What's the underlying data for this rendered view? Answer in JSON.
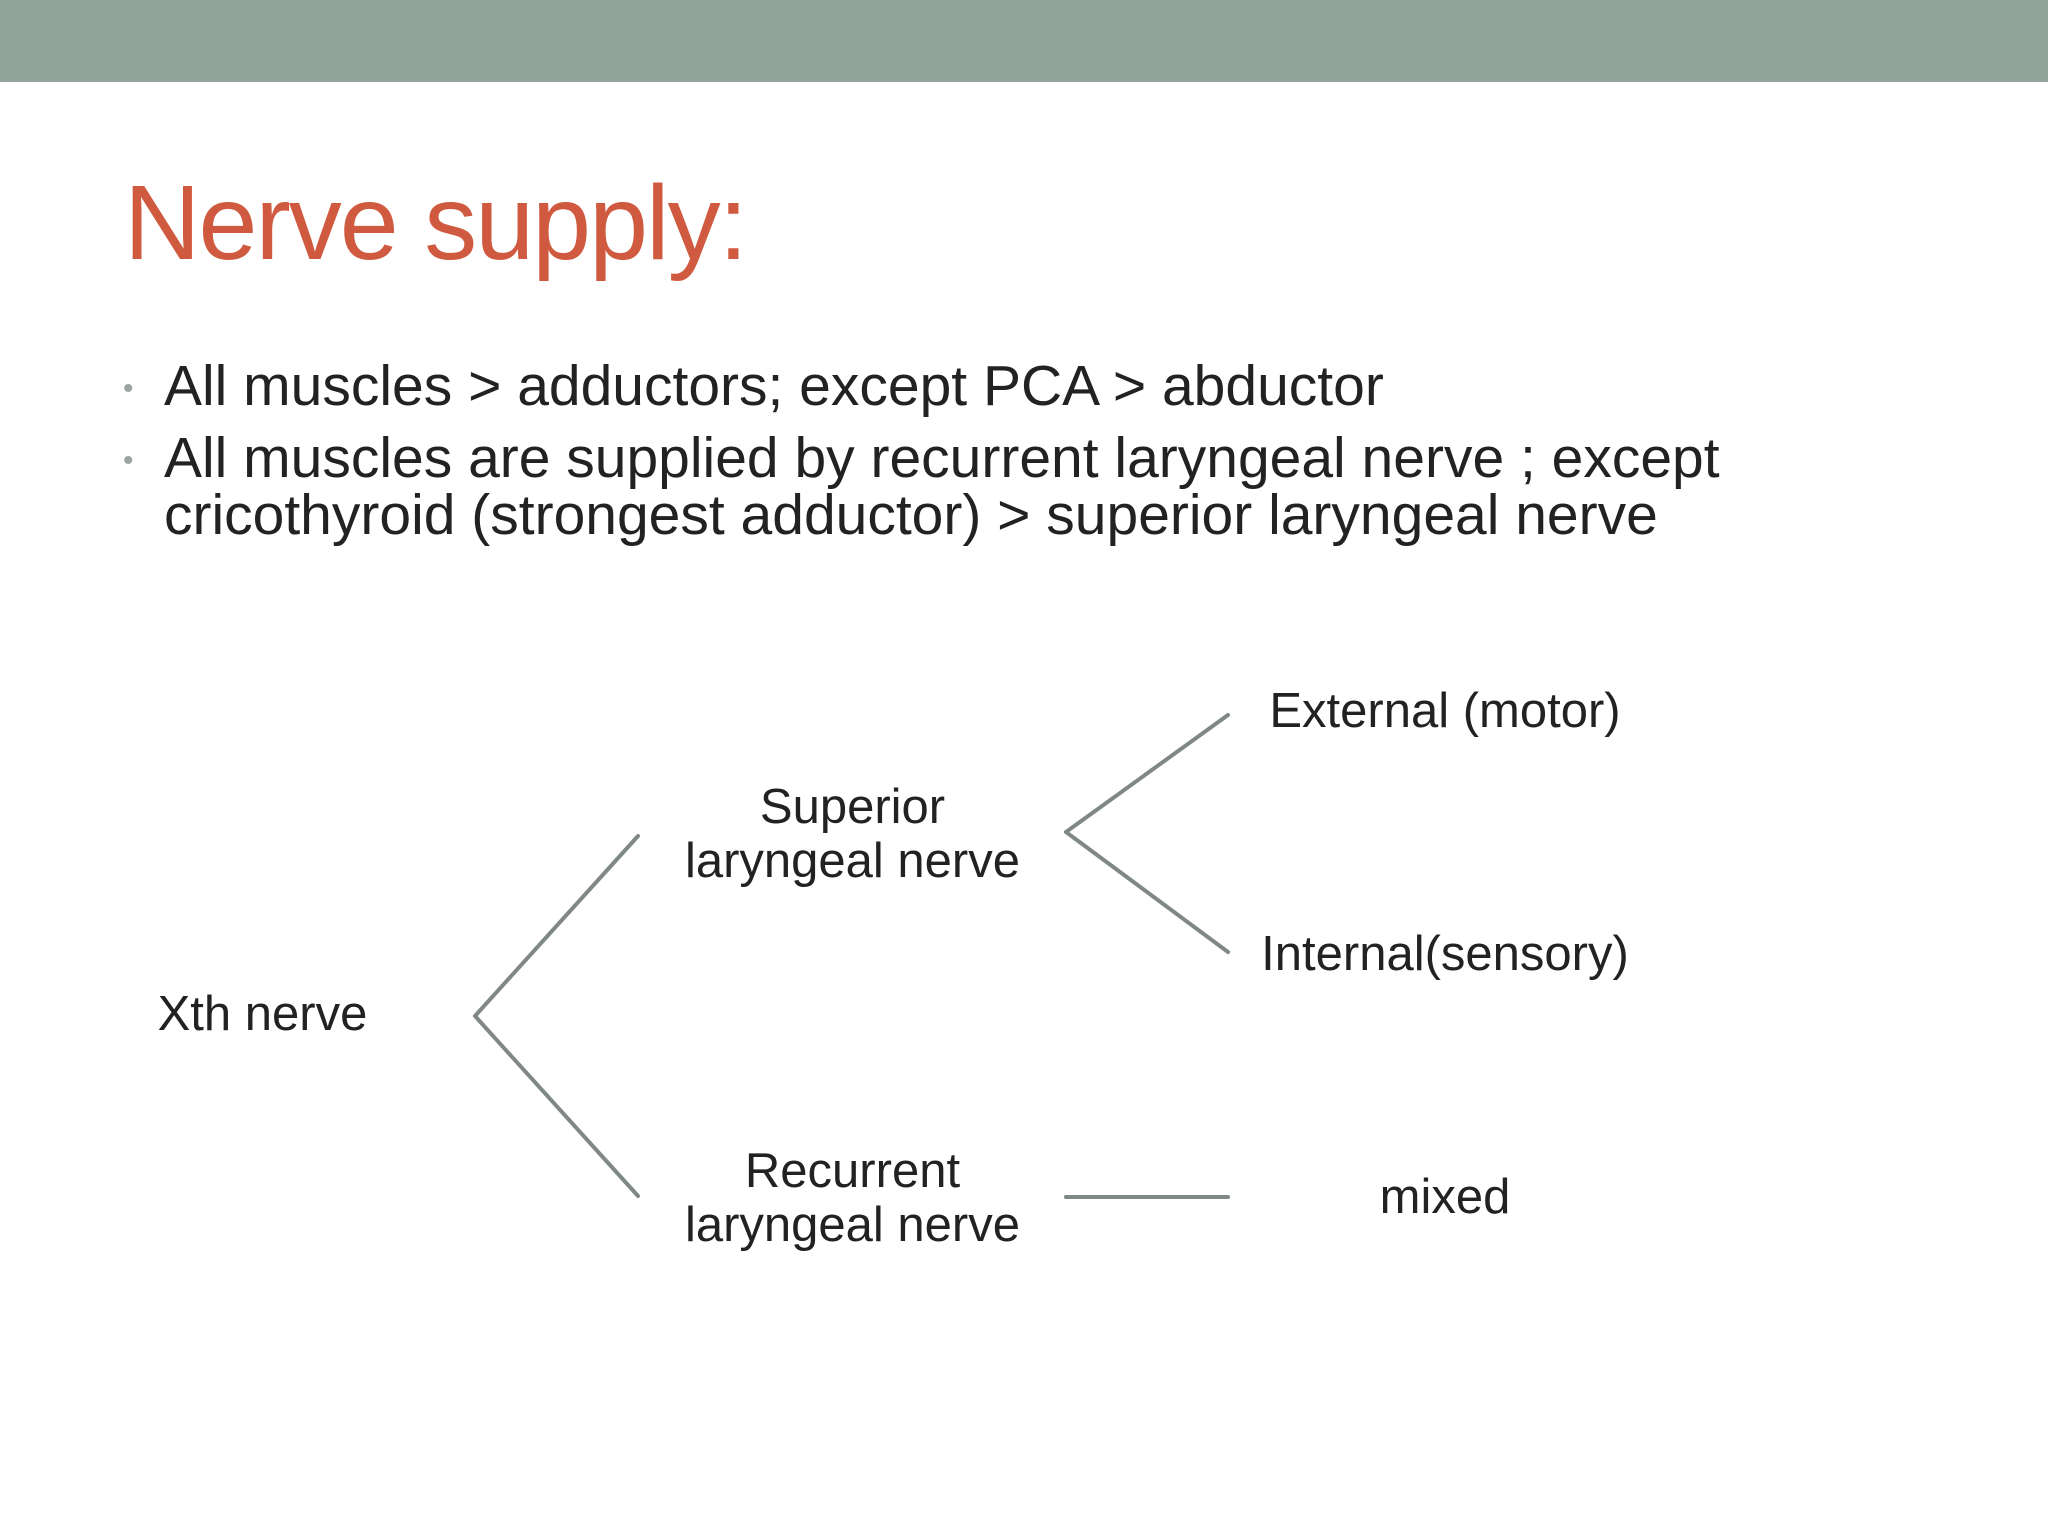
{
  "slide": {
    "title": "Nerve supply:",
    "bullets": [
      "All muscles > adductors; except PCA > abductor",
      "All muscles are supplied by recurrent laryngeal nerve ; except\ncricothyroid (strongest adductor) > superior laryngeal nerve"
    ]
  },
  "diagram": {
    "root": "Xth nerve",
    "branch_superior": "Superior\nlaryngeal nerve",
    "branch_recurrent": "Recurrent\nlaryngeal nerve",
    "leaf_external": "External (motor)",
    "leaf_internal": "Internal(sensory)",
    "leaf_mixed": "mixed"
  },
  "colors": {
    "top_bar": "#92a39a",
    "title": "#d05a40",
    "bullet_dot": "#9aa5a0",
    "connector": "#7f8884",
    "text": "#222222"
  }
}
